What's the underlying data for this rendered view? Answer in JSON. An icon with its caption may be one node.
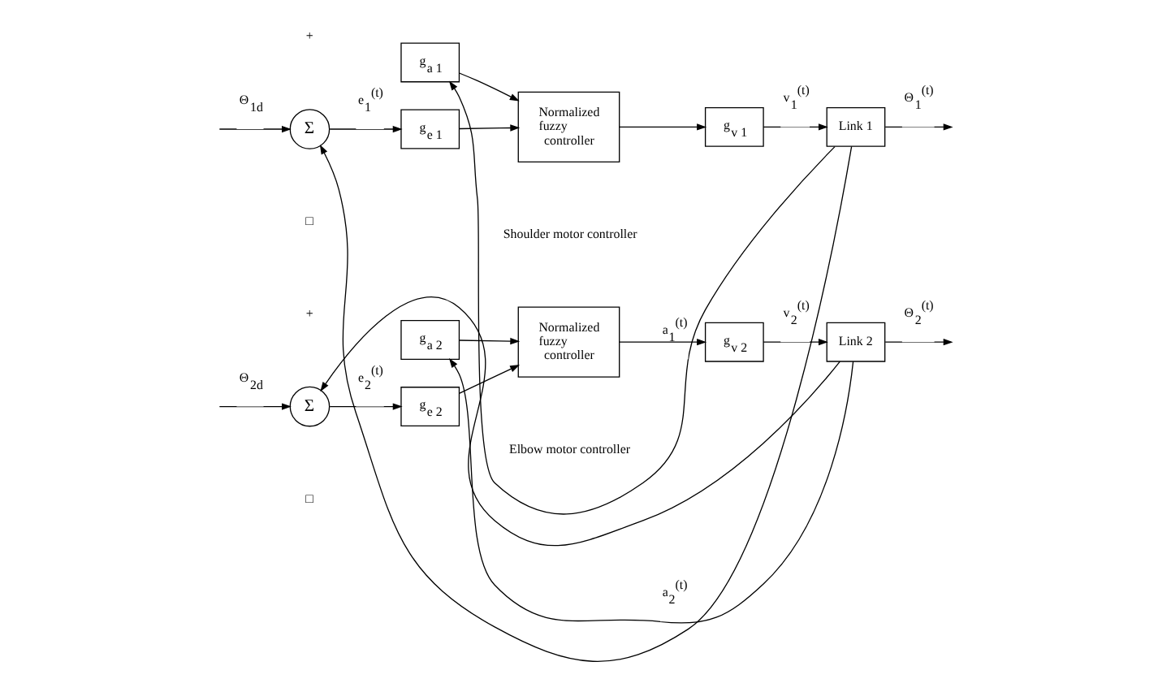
{
  "diagram": {
    "nodes": [
      {
        "text": [
          "Σ"
        ]
      },
      {
        "text": [
          "g$_{e 1}$"
        ]
      },
      {
        "text": [
          "g$_{a 1}$"
        ]
      },
      {
        "text": [
          "Normalized fuzzy controller"
        ]
      },
      {
        "text": [
          "g$_{v 1}$"
        ]
      },
      {
        "text": [
          "Link 1"
        ]
      },
      {
        "text": [
          "Σ"
        ]
      },
      {
        "text": [
          "g$_{e 2}$"
        ]
      },
      {
        "text": [
          "g$_{a 2}$"
        ]
      },
      {
        "text": [
          "Normalized fuzzy controller"
        ]
      },
      {
        "text": [
          "g$_{v 2}$"
        ]
      },
      {
        "text": [
          "Link 2"
        ]
      }
    ],
    "edges": [
      {
        "from": null,
        "to": 0,
        "arrow": "to",
        "label": "Θ$_{1d}$"
      },
      {
        "from": 0,
        "to": 1,
        "arrow": "to",
        "label": "e$_{1}$$^{(t)}$"
      },
      {
        "from": 1,
        "to": 3,
        "arrow": "to"
      },
      {
        "from": 2,
        "to": 3,
        "arrow": "to"
      },
      {
        "from": 3,
        "to": 4,
        "arrow": "to"
      },
      {
        "from": 4,
        "to": 5,
        "arrow": "to",
        "label": "v$_{1}$$^{(t)}$"
      },
      {
        "from": 5,
        "to": null,
        "arrow": "to",
        "label": "Θ$_{1}$$^{(t)}$"
      },
      {
        "from": 5,
        "to": 2,
        "arrow": "to",
        "label": "a$_{1}$$^{(t)}$"
      },
      {
        "from": 5,
        "to": 0,
        "arrow": "to"
      },
      {
        "from": null,
        "to": 6,
        "arrow": "to",
        "label": "Θ$_{2d}$"
      },
      {
        "from": 6,
        "to": 7,
        "arrow": "to",
        "label": "e$_{2}$$^{(t)}$"
      },
      {
        "from": 7,
        "to": 9,
        "arrow": "to"
      },
      {
        "from": 8,
        "to": 9,
        "arrow": "to"
      },
      {
        "from": 9,
        "to": 10,
        "arrow": "to"
      },
      {
        "from": 10,
        "to": 11,
        "arrow": "to",
        "label": "v$_{2}$$^{(t)}$"
      },
      {
        "from": 11,
        "to": null,
        "arrow": "to",
        "label": "Θ$_{2}$$^{(t)}$"
      },
      {
        "from": 11,
        "to": 8,
        "arrow": "to",
        "label": "a$_{2}$$^{(t)}$"
      },
      {
        "from": 11,
        "to": 6,
        "arrow": "to"
      }
    ],
    "labels": [
      "+",
      "□",
      "Shoulder motor controller",
      "+",
      "□",
      "Elbow motor controller"
    ]
  }
}
